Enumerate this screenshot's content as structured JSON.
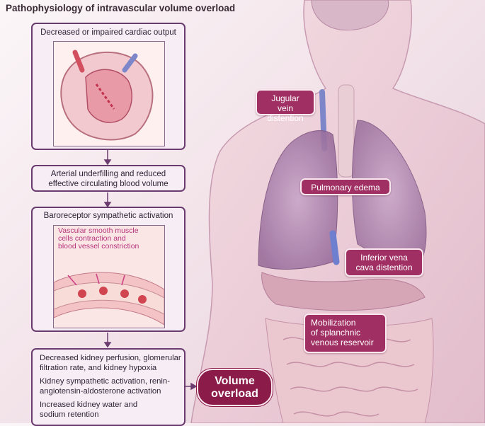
{
  "title": "Pathophysiology of intravascular volume overload",
  "flow": {
    "box1": "Decreased or impaired cardiac output",
    "box2_line1": "Arterial underfilling and reduced",
    "box2_line2": "effective circulating blood volume",
    "box3": "Baroreceptor sympathetic activation",
    "inset_line1": "Vascular smooth muscle",
    "inset_line2": "cells contraction and",
    "inset_line3": "blood vessel constriction",
    "box4_a1": "Decreased kidney perfusion, glomerular",
    "box4_a2": "filtration rate, and kidney hypoxia",
    "box4_b1": "Kidney sympathetic activation, renin-",
    "box4_b2": "angiotensin-aldosterone activation",
    "box4_c1": "Increased kidney water and",
    "box4_c2": "sodium retention"
  },
  "outcome": {
    "line1": "Volume",
    "line2": "overload"
  },
  "callouts": {
    "jugular_1": "Jugular vein",
    "jugular_2": "distention",
    "pulmonary": "Pulmonary edema",
    "ivc_1": "Inferior vena",
    "ivc_2": "cava distention",
    "splanchnic_1": "Mobilization",
    "splanchnic_2": "of splanchnic",
    "splanchnic_3": "venous reservoir"
  },
  "colors": {
    "box_border": "#6a3b6e",
    "callout_fill": "#a03063",
    "outcome_fill": "#8b1c4a"
  }
}
